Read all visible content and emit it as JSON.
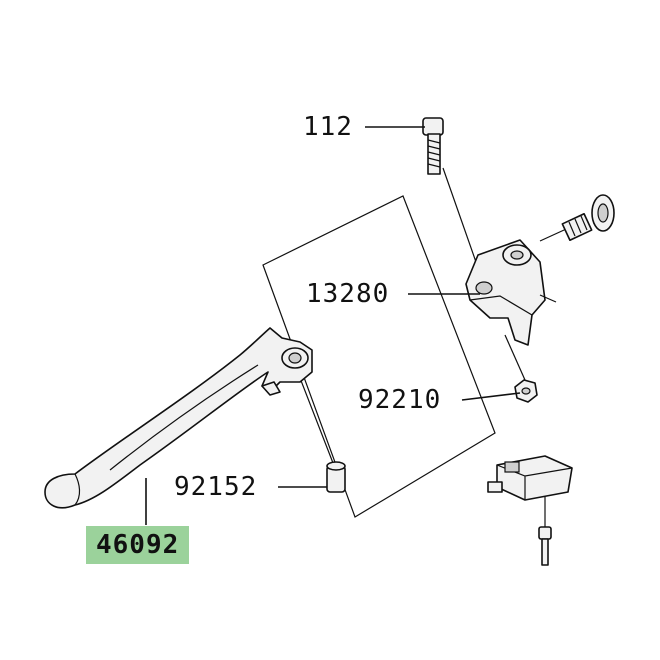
{
  "parts": [
    {
      "id": "bolt",
      "label": "112",
      "highlighted": false
    },
    {
      "id": "lever-holder",
      "label": "13280",
      "highlighted": false
    },
    {
      "id": "nut",
      "label": "92210",
      "highlighted": false
    },
    {
      "id": "collar",
      "label": "92152",
      "highlighted": false
    },
    {
      "id": "clutch-lever",
      "label": "46092",
      "highlighted": true
    }
  ],
  "colors": {
    "highlight": "#9bd29b",
    "line": "#111111",
    "background": "#ffffff"
  }
}
